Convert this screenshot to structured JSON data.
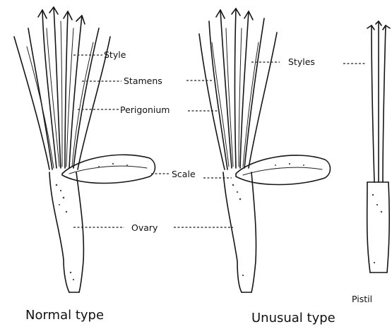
{
  "labels": {
    "style": "Style",
    "stamens": "Stamens",
    "perigonium": "Perigonium",
    "scale": "Scale",
    "ovary": "Ovary",
    "styles": "Styles",
    "pistil": "Pistil"
  },
  "captions": {
    "normal": "Normal type",
    "unusual": "Unusual type"
  }
}
